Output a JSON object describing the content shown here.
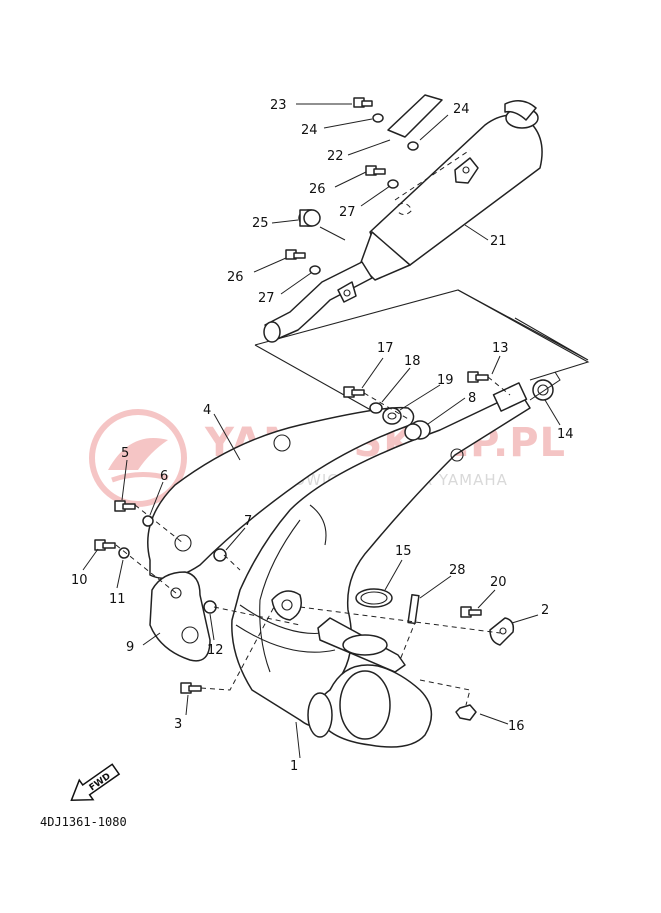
{
  "watermark": {
    "brand": "YAMA-SKLEP.PL",
    "subtitle": "WOJCIECHOWICZ | DEALER YAMAHA"
  },
  "diagram_code": "4DJ1361-1080",
  "fwd_label": "FWD",
  "callouts": [
    {
      "num": "1",
      "name": "callout-1"
    },
    {
      "num": "2",
      "name": "callout-2"
    },
    {
      "num": "3",
      "name": "callout-3"
    },
    {
      "num": "4",
      "name": "callout-4"
    },
    {
      "num": "5",
      "name": "callout-5"
    },
    {
      "num": "6",
      "name": "callout-6"
    },
    {
      "num": "7",
      "name": "callout-7"
    },
    {
      "num": "8",
      "name": "callout-8"
    },
    {
      "num": "9",
      "name": "callout-9"
    },
    {
      "num": "10",
      "name": "callout-10"
    },
    {
      "num": "11",
      "name": "callout-11"
    },
    {
      "num": "12",
      "name": "callout-12"
    },
    {
      "num": "13",
      "name": "callout-13"
    },
    {
      "num": "14",
      "name": "callout-14"
    },
    {
      "num": "15",
      "name": "callout-15"
    },
    {
      "num": "16",
      "name": "callout-16"
    },
    {
      "num": "17",
      "name": "callout-17"
    },
    {
      "num": "18",
      "name": "callout-18"
    },
    {
      "num": "19",
      "name": "callout-19"
    },
    {
      "num": "20",
      "name": "callout-20"
    },
    {
      "num": "21",
      "name": "callout-21"
    },
    {
      "num": "22",
      "name": "callout-22"
    },
    {
      "num": "23",
      "name": "callout-23"
    },
    {
      "num": "24",
      "name": "callout-24a"
    },
    {
      "num": "24",
      "name": "callout-24b"
    },
    {
      "num": "25",
      "name": "callout-25"
    },
    {
      "num": "26",
      "name": "callout-26a"
    },
    {
      "num": "26",
      "name": "callout-26b"
    },
    {
      "num": "27",
      "name": "callout-27a"
    },
    {
      "num": "27",
      "name": "callout-27b"
    },
    {
      "num": "28",
      "name": "callout-28"
    }
  ]
}
